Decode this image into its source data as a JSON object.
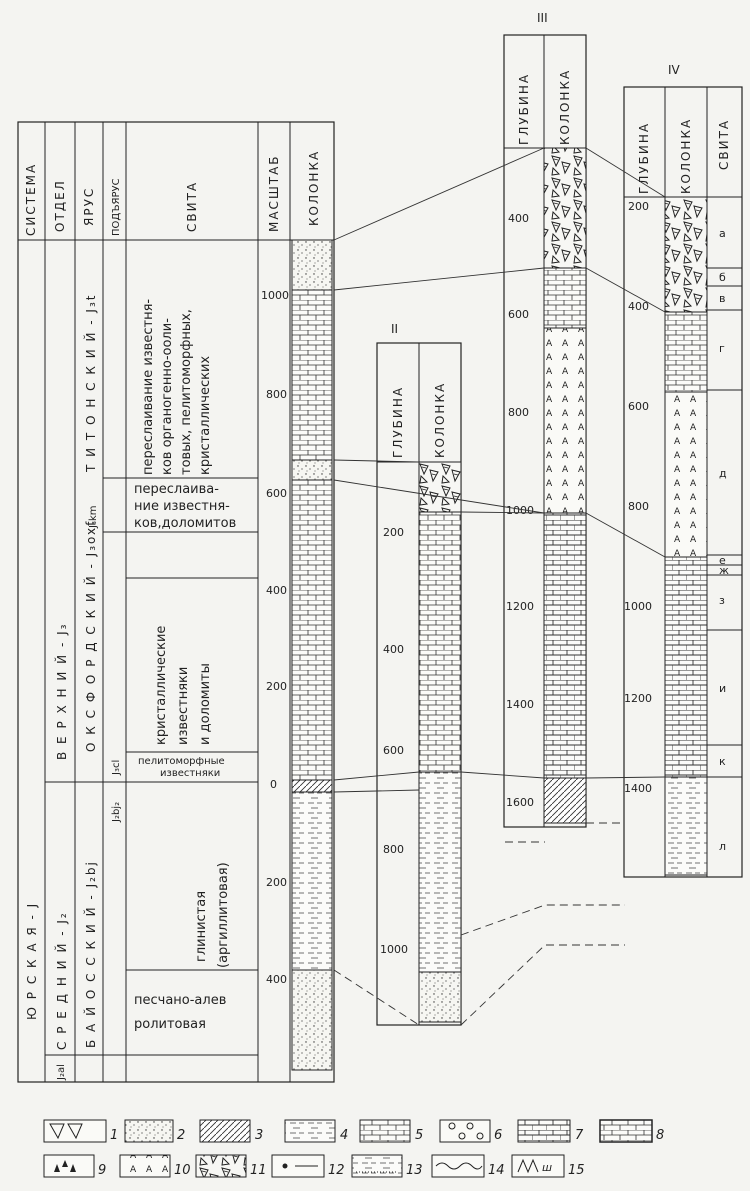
{
  "left_header": {
    "sistema": "СИСТЕМА",
    "otdel": "ОТДЕЛ",
    "yarus": "ЯРУС",
    "podyarus": "ПОДЪЯРУС",
    "svita": "СВИТА",
    "masshtab": "МАСШТАБ",
    "kolonka": "КОЛОНКА"
  },
  "system_label": "Ю Р С К А Я - J",
  "otdel": {
    "upper": "В Е Р Х Н И Й - J₃",
    "middle": "С Р Е Д Н И Й - J₂"
  },
  "yarus": {
    "titon": "Т И Т О Н С К И Й - J₃t",
    "kim": "J₃km",
    "oksford": "О К С Ф О Р Д С К И Й - J₃oxf",
    "bayos": "Б А Й О С С К И Й - J₂bj",
    "aalen": "J₂al"
  },
  "podyarus": {
    "kelloway": "J₃cl",
    "bajos2": "J₂bj₂"
  },
  "svita": {
    "titon": "переслаивание известня- ков органогенно-ооли- товых, пелитоморфных, кристаллических",
    "kim": "переслаива- ние известня- ков,доломитов",
    "oksford": "кристаллические известняки и доломиты",
    "kelloway": "пелитоморфные известняки",
    "clay": "глинистая (аргиллитовая)",
    "sand": "песчано-алев ролитовая"
  },
  "scale_ticks": [
    "1000",
    "800",
    "600",
    "400",
    "200",
    "0",
    "200",
    "400"
  ],
  "columns": {
    "II": {
      "title": "II",
      "depth_label": "ГЛУБИНА",
      "col_label": "КОЛОНКА",
      "ticks": [
        "200",
        "400",
        "600",
        "800",
        "1000"
      ]
    },
    "III": {
      "title": "III",
      "depth_label": "ГЛУБИНА",
      "col_label": "КОЛОНКА",
      "ticks": [
        "400",
        "600",
        "800",
        "1000",
        "1200",
        "1400",
        "1600"
      ]
    },
    "IV": {
      "title": "IV",
      "depth_label": "ГЛУБИНА",
      "col_label": "КОЛОНКА",
      "svita_label": "СВИТА",
      "ticks": [
        "200",
        "400",
        "600",
        "800",
        "1000",
        "1200",
        "1400"
      ],
      "svita_letters": [
        "а",
        "б",
        "в",
        "г",
        "д",
        "е",
        "ж",
        "з",
        "и",
        "к",
        "л"
      ]
    }
  },
  "legend": [
    "1",
    "2",
    "3",
    "4",
    "5",
    "6",
    "7",
    "8",
    "9",
    "10",
    "11",
    "12",
    "13",
    "14",
    "15"
  ]
}
